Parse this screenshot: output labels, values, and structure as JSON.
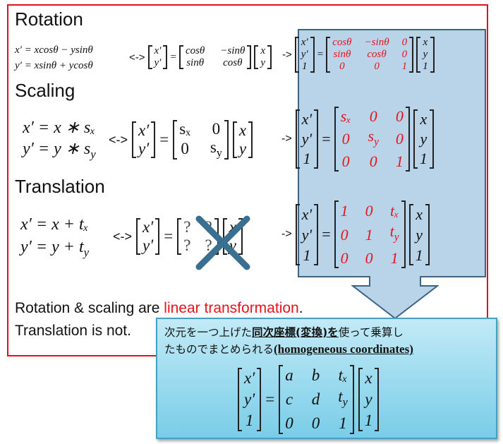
{
  "sections": {
    "rotation": {
      "title": "Rotation",
      "eq1": "x′ = xcosθ − ysinθ",
      "eq2": "y′ = xsinθ + ycosθ",
      "arrow": "<->",
      "arrow2": "->",
      "equals": "=",
      "vec_lhs": [
        "x′",
        "y′"
      ],
      "mat2": [
        [
          "cosθ",
          "−sinθ"
        ],
        [
          "sinθ",
          "cosθ"
        ]
      ],
      "vec_rhs": [
        "x",
        "y"
      ],
      "vec_lhs3": [
        "x′",
        "y′",
        "1"
      ],
      "mat3": [
        [
          "cosθ",
          "−sinθ",
          "0"
        ],
        [
          "sinθ",
          "cosθ",
          "0"
        ],
        [
          "0",
          "0",
          "1"
        ]
      ],
      "vec_rhs3": [
        "x",
        "y",
        "1"
      ]
    },
    "scaling": {
      "title": "Scaling",
      "eq1": "x′ = x ∗ sₓ",
      "eq2": "y′ = y ∗ s_y",
      "arrow": "<->",
      "arrow2": "->",
      "equals": "=",
      "vec_lhs": [
        "x′",
        "y′"
      ],
      "mat2": [
        [
          "sₓ",
          "0"
        ],
        [
          "0",
          "s_y"
        ]
      ],
      "vec_rhs": [
        "x",
        "y"
      ],
      "vec_lhs3": [
        "x′",
        "y′",
        "1"
      ],
      "mat3": [
        [
          "sₓ",
          "0",
          "0"
        ],
        [
          "0",
          "s_y",
          "0"
        ],
        [
          "0",
          "0",
          "1"
        ]
      ],
      "vec_rhs3": [
        "x",
        "y",
        "1"
      ]
    },
    "translation": {
      "title": "Translation",
      "eq1": "x′ = x + tₓ",
      "eq2": "y′ = y + t_y",
      "arrow": "<->",
      "arrow2": "->",
      "equals": "=",
      "vec_lhs": [
        "x′",
        "y′"
      ],
      "mat2_hidden": [
        [
          "?",
          "?"
        ],
        [
          "?",
          "?"
        ]
      ],
      "vec_rhs": [
        "x",
        "y"
      ],
      "vec_lhs3": [
        "x′",
        "y′",
        "1"
      ],
      "mat3": [
        [
          "1",
          "0",
          "tₓ"
        ],
        [
          "0",
          "1",
          "t_y"
        ],
        [
          "0",
          "0",
          "1"
        ]
      ],
      "vec_rhs3": [
        "x",
        "y",
        "1"
      ]
    }
  },
  "footer": {
    "line1_prefix": "Rotation & scaling are ",
    "line1_highlight": "linear transformation",
    "line1_suffix": ".",
    "line2": "Translation is not."
  },
  "homogeneous": {
    "text_line1_a": "次元を一つ上げた",
    "text_line1_b": "同次座標(変換)を",
    "text_line1_c": "使って乗算し",
    "text_line2_a": "たものでまとめられる",
    "text_line2_b": "(homogeneous coordinates)",
    "equals": "=",
    "vec_lhs": [
      "x′",
      "y′",
      "1"
    ],
    "mat": [
      [
        "a",
        "b",
        "tₓ"
      ],
      [
        "c",
        "d",
        "t_y"
      ],
      [
        "0",
        "0",
        "1"
      ]
    ],
    "vec_rhs": [
      "x",
      "y",
      "1"
    ]
  },
  "colors": {
    "frame_red": "#e3101a",
    "highlight_red": "#e8141a",
    "panel_blue": "#b9d3e9",
    "panel_blue_border": "#3d6385",
    "box_cyan_top": "#c2eaf6",
    "box_cyan_bottom": "#79cde8",
    "cross_color": "#3a6f8f"
  },
  "icons": {
    "cross": "x-mark-icon",
    "arrow": "down-arrow-icon"
  }
}
